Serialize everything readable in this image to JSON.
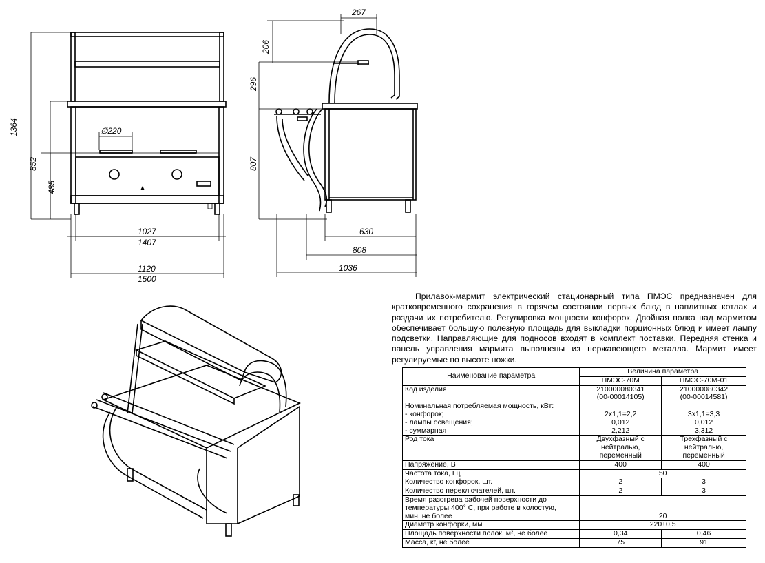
{
  "dimensions": {
    "front": {
      "total_height": "1364",
      "counter_height": "852",
      "burner_height": "485",
      "burner_diameter": "∅220",
      "inner_width": "1027",
      "outer_width": "1407",
      "legs_width": "1120",
      "total_width": "1500"
    },
    "side": {
      "shelf_top": "267",
      "shelf_gap": "206",
      "shelf_height": "296",
      "counter_height": "807",
      "base_depth": "630",
      "depth": "808",
      "total_depth": "1036"
    }
  },
  "description": "Прилавок-мармит электрический стационарный типа ПМЭС предназначен для кратковременного сохранения в горячем состоянии первых блюд в наплитных котлах и раздачи их потребителю. Регулировка мощности конфорок. Двойная полка над мармитом обеспечивает большую полезную площадь для выкладки порционных блюд и имеет лампу подсветки. Направляющие для подносов входят в комплект поставки. Передняя стенка и панель управления мармита выполнены из нержавеющего металла. Мармит имеет регулируемые по высоте ножки.",
  "table": {
    "header": {
      "param_name": "Наименование параметра",
      "param_value": "Величина параметра",
      "model1": "ПМЭС-70М",
      "model2": "ПМЭС-70М-01"
    },
    "rows": {
      "code": {
        "label": "Код изделия",
        "v1a": "210000080341",
        "v1b": "(00-00014105)",
        "v2a": "210000080342",
        "v2b": "(00-00014581)"
      },
      "power": {
        "label1": "Номинальная потребляемая мощность, кВт:",
        "label2": "- конфорок;",
        "label3": "- лампы освещения;",
        "label4": "- суммарная",
        "v1": [
          "2х1,1=2,2",
          "0,012",
          "2,212"
        ],
        "v2": [
          "3х1,1=3,3",
          "0,012",
          "3,312"
        ]
      },
      "current": {
        "label": "Род тока",
        "v1": [
          "Двухфазный с",
          "нейтралью,",
          "переменный"
        ],
        "v2": [
          "Трехфазный с",
          "нейтралью,",
          "переменный"
        ]
      },
      "voltage": {
        "label": "Напряжение, В",
        "v1": "400",
        "v2": "400"
      },
      "frequency": {
        "label": "Частота тока, Гц",
        "v": "50"
      },
      "burners": {
        "label": "Количество конфорок, шт.",
        "v1": "2",
        "v2": "3"
      },
      "switches": {
        "label": "Количество переключателей, шт.",
        "v1": "2",
        "v2": "3"
      },
      "heatup": {
        "label1": "Время разогрева рабочей поверхности до",
        "label2": "температуры 400° С, при работе в холостую,",
        "label3": "мин, не более",
        "v": "20"
      },
      "diameter": {
        "label": "Диаметр конфорки, мм",
        "v": "220±0,5"
      },
      "shelf_area": {
        "label": "Площадь поверхности полок, м², не более",
        "v1": "0,34",
        "v2": "0,46"
      },
      "mass": {
        "label": "Масса, кг, не более",
        "v1": "75",
        "v2": "91"
      }
    }
  }
}
